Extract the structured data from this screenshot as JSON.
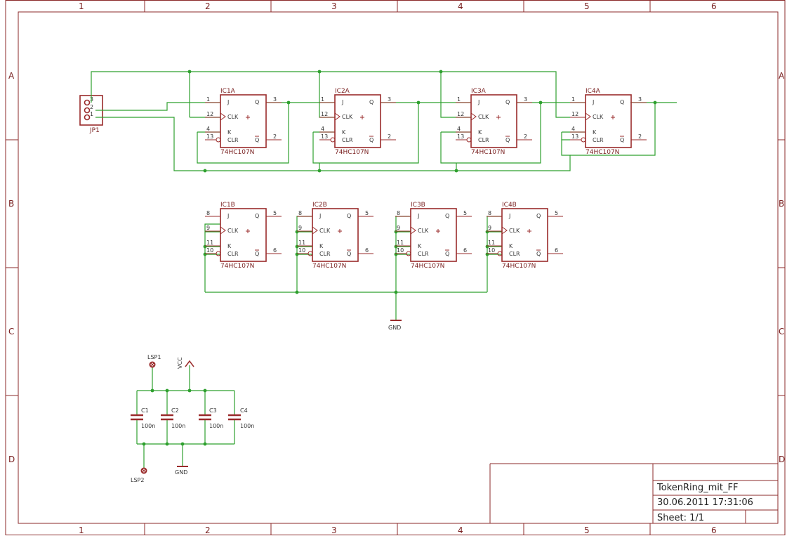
{
  "grid": {
    "columns": [
      "1",
      "2",
      "3",
      "4",
      "5",
      "6"
    ],
    "rows": [
      "A",
      "B",
      "C",
      "D"
    ]
  },
  "title_block": {
    "name": "TokenRing_mit_FF",
    "date": "30.06.2011  17:31:06",
    "sheet": "Sheet: 1/1"
  },
  "connector": {
    "label": "JP1",
    "pins": [
      "3",
      "2",
      "1"
    ]
  },
  "flipflops_a": [
    {
      "name": "IC1A",
      "value": "74HC107N",
      "pins": [
        "1",
        "12",
        "4",
        "13",
        "3",
        "2"
      ]
    },
    {
      "name": "IC2A",
      "value": "74HC107N",
      "pins": [
        "1",
        "12",
        "4",
        "13",
        "3",
        "2"
      ]
    },
    {
      "name": "IC3A",
      "value": "74HC107N",
      "pins": [
        "1",
        "12",
        "4",
        "13",
        "3",
        "2"
      ]
    },
    {
      "name": "IC4A",
      "value": "74HC107N",
      "pins": [
        "1",
        "12",
        "4",
        "13",
        "3",
        "2"
      ]
    }
  ],
  "flipflops_b": [
    {
      "name": "IC1B",
      "value": "74HC107N",
      "pins": [
        "8",
        "9",
        "11",
        "10",
        "5",
        "6"
      ]
    },
    {
      "name": "IC2B",
      "value": "74HC107N",
      "pins": [
        "8",
        "9",
        "11",
        "10",
        "5",
        "6"
      ]
    },
    {
      "name": "IC3B",
      "value": "74HC107N",
      "pins": [
        "8",
        "9",
        "11",
        "10",
        "5",
        "6"
      ]
    },
    {
      "name": "IC4B",
      "value": "74HC107N",
      "pins": [
        "8",
        "9",
        "11",
        "10",
        "5",
        "6"
      ]
    }
  ],
  "ff_labels": {
    "j": "J",
    "q": "Q",
    "clk": "CLK",
    "k": "K",
    "clr": "CLR",
    "qbar": "Q"
  },
  "capacitors": [
    {
      "name": "C1",
      "value": "100n"
    },
    {
      "name": "C2",
      "value": "100n"
    },
    {
      "name": "C3",
      "value": "100n"
    },
    {
      "name": "C4",
      "value": "100n"
    }
  ],
  "supply": {
    "gnd": "GND",
    "vcc": "VCC",
    "lsp1": "LSP1",
    "lsp2": "LSP2"
  }
}
